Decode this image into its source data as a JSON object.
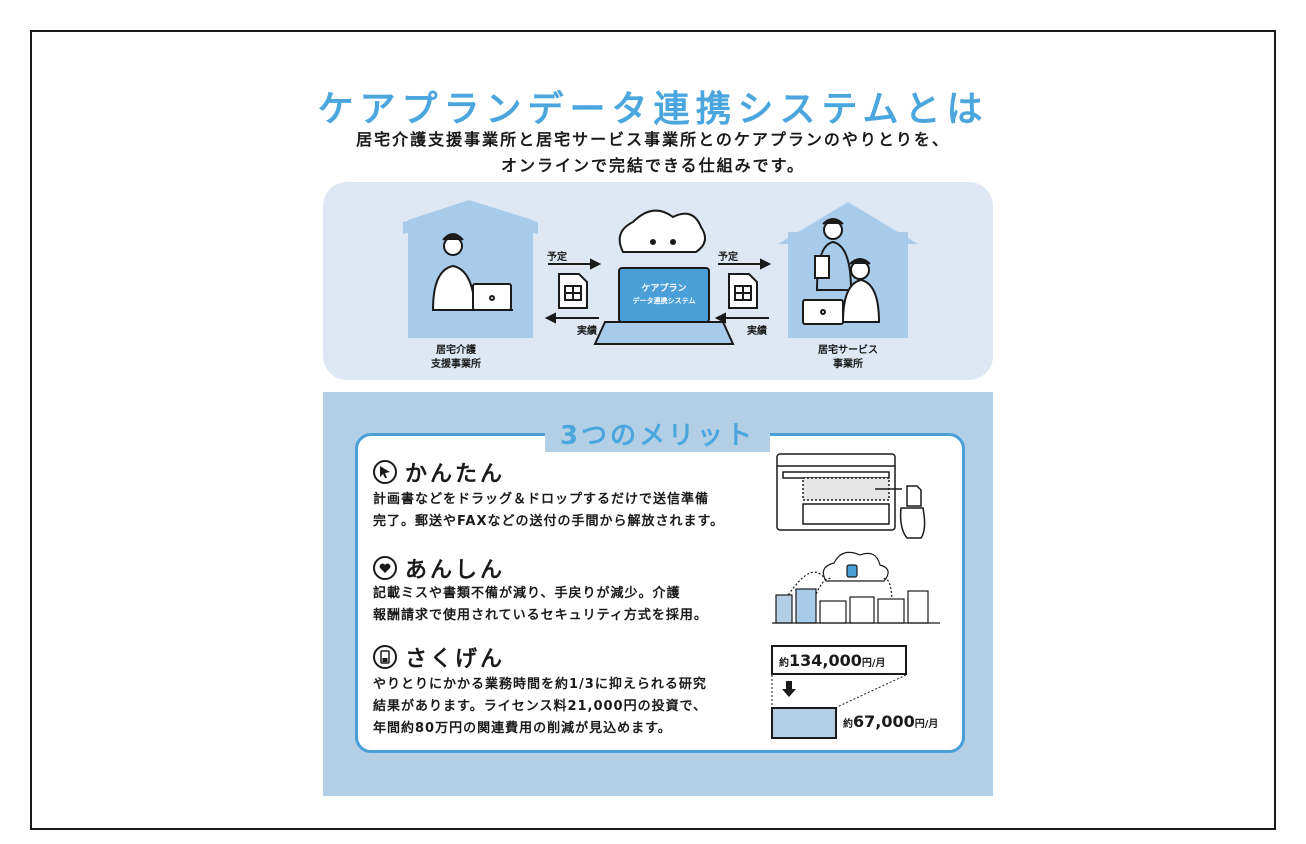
{
  "header": {
    "title": "ケアプランデータ連携システムとは",
    "subtitle_line1": "居宅介護支援事業所と居宅サービス事業所とのケアプランのやりとりを、",
    "subtitle_line2": "オンラインで完結できる仕組みです。"
  },
  "flow": {
    "left_office_line1": "居宅介護",
    "left_office_line2": "支援事業所",
    "right_office_line1": "居宅サービス",
    "right_office_line2": "事業所",
    "schedule_label": "予定",
    "result_label": "実績",
    "screen_line1": "ケアプラン",
    "screen_line2": "データ連携システム"
  },
  "merits": {
    "title": "3つのメリット",
    "items": [
      {
        "icon": "cursor-icon",
        "heading": "かんたん",
        "line1": "計画書などをドラッグ＆ドロップするだけで送信準備",
        "line2": "完了。郵送やFAXなどの送付の手間から解放されます。"
      },
      {
        "icon": "heart-icon",
        "heading": "あんしん",
        "line1": "記載ミスや書類不備が減り、手戻りが減少。介護",
        "line2": "報酬請求で使用されているセキュリティ方式を採用。"
      },
      {
        "icon": "battery-icon",
        "heading": "さくげん",
        "line1": "やりとりにかかる業務時間を約1/3に抑えられる研究",
        "line2": "結果があります。ライセンス料21,000円の投資で、",
        "line3": "年間約80万円の関連費用の削減が見込めます。"
      }
    ],
    "cost_before_prefix": "約",
    "cost_before_amount": "134,000",
    "cost_before_unit": "円/月",
    "cost_after_prefix": "約",
    "cost_after_amount": "67,000",
    "cost_after_unit": "円/月"
  },
  "colors": {
    "accent": "#4aa6dd",
    "panel": "#dde8f4",
    "merit_bg": "#b3cfe6",
    "house": "#a9cbea"
  }
}
